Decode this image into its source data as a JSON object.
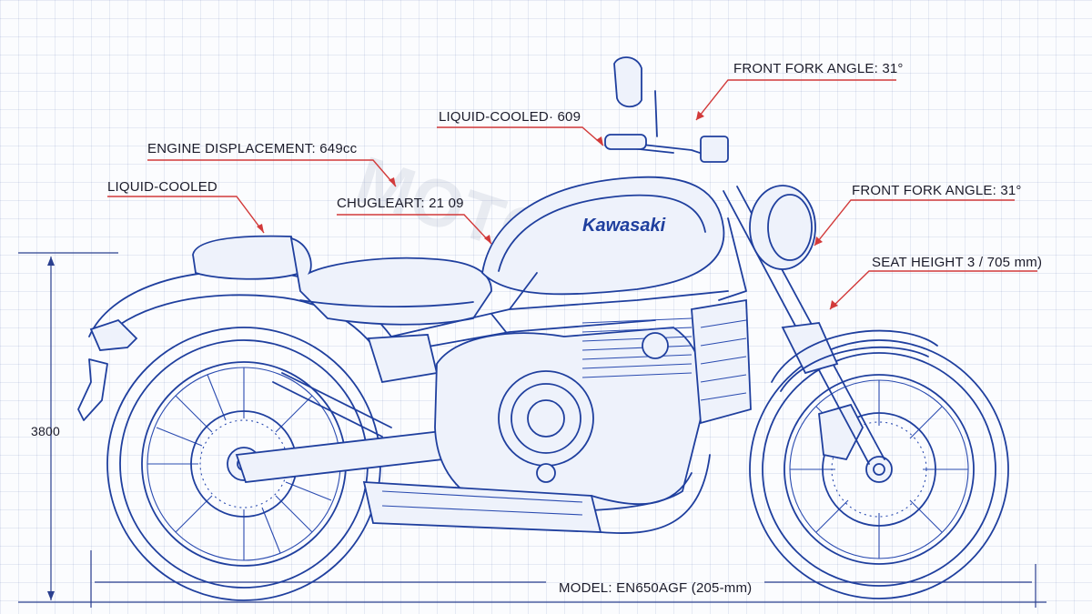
{
  "labels": {
    "front_fork_angle_top": "FRONT FORK ANGLE: 31°",
    "liquid_cooled_top": "LIQUID-COOLED· 609",
    "engine_displacement": "ENGINE DISPLACEMENT: 649cc",
    "liquid_cooled_left": "LIQUID-COOLED",
    "front_fork_angle_right": "FRONT FORK ANGLE: 31°",
    "chugleart": "CHUGLEART: 21 09",
    "seat_height": "SEAT HEIGHT 3 / 705 mm)",
    "height_dimension": "3800",
    "model": "MODEL: EN650AGF (205-mm)"
  },
  "brand_text": "Kawasaki",
  "watermark_text": "MOTO",
  "colors": {
    "ink": "#1f3f9e",
    "leader": "#d23a3a",
    "grid": "#c9d2e8",
    "background": "#fbfcfe"
  }
}
